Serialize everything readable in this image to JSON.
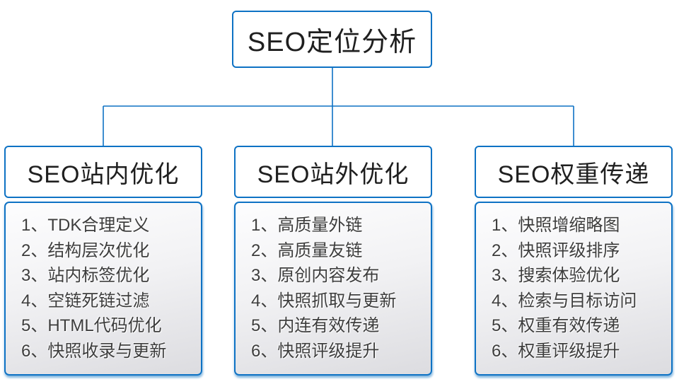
{
  "diagram": {
    "root": {
      "title": "SEO定位分析"
    },
    "columns": [
      {
        "title": "SEO站内优化",
        "items": [
          "1、TDK合理定义",
          "2、结构层次优化",
          "3、站内标签优化",
          "4、空链死链过滤",
          "5、HTML代码优化",
          "6、快照收录与更新"
        ]
      },
      {
        "title": "SEO站外优化",
        "items": [
          "1、高质量外链",
          "2、高质量友链",
          "3、原创内容发布",
          "4、快照抓取与更新",
          "5、内连有效传递",
          "6、快照评级提升"
        ]
      },
      {
        "title": "SEO权重传递",
        "items": [
          "1、快照增缩略图",
          "2、快照评级排序",
          "3、搜索体验优化",
          "4、检索与目标访问",
          "5、权重有效传递",
          "6、权重评级提升"
        ]
      }
    ],
    "colors": {
      "accent": "#0E72C4",
      "header_text": "#1F1F1F",
      "item_text": "#3D3D3D",
      "list_bg_top": "#FDFDFE",
      "list_bg_bottom": "#DCDCE0"
    }
  }
}
